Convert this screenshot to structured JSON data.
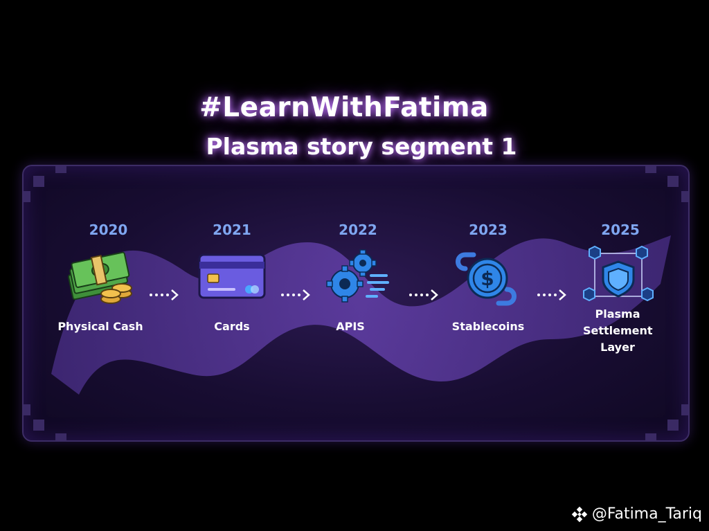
{
  "header": {
    "title": "#LearnWithFatima",
    "subtitle": "Plasma story segment 1"
  },
  "steps": [
    {
      "year": "2020",
      "label": "Physical Cash",
      "icon": "cash-icon"
    },
    {
      "year": "2021",
      "label": "Cards",
      "icon": "credit-card-icon"
    },
    {
      "year": "2022",
      "label": "APIS",
      "icon": "gears-icon"
    },
    {
      "year": "2023",
      "label": "Stablecoins",
      "icon": "dollar-coin-chain-icon"
    },
    {
      "year": "2025",
      "label": "Plasma Settlement Layer",
      "icon": "shield-network-icon"
    }
  ],
  "watermark": {
    "handle": "@Fatima_Tariq",
    "icon": "binance-logo-icon"
  },
  "colors": {
    "background": "#000000",
    "panel": "#180d32",
    "wave": "#5a3b9e",
    "year": "#7fa6f0",
    "accent": "#4aa8ff"
  }
}
